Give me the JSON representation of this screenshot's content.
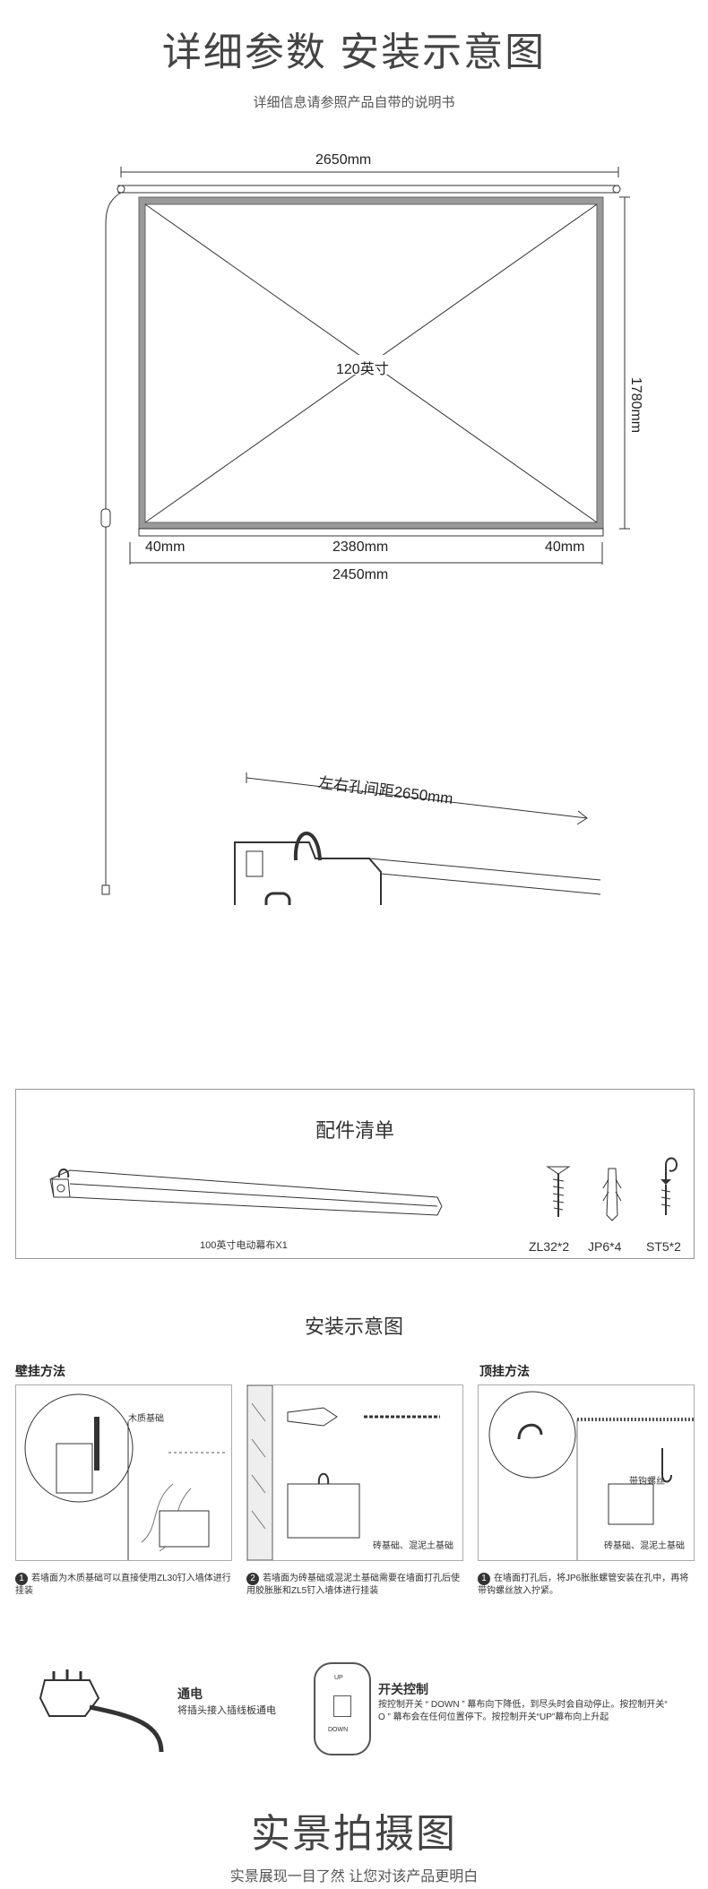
{
  "header": {
    "title": "详细参数 安装示意图",
    "subtitle": "详细信息请参照产品自带的说明书"
  },
  "dimensions": {
    "total_width": "2650mm",
    "screen_size": "120英寸",
    "height": "1780mm",
    "left_border": "40mm",
    "viewing_width": "2380mm",
    "right_border": "40mm",
    "case_width": "2450mm",
    "hole_distance": "左右孔间距2650mm"
  },
  "accessories": {
    "title": "配件清单",
    "main_item": "100英寸电动幕布X1",
    "items": [
      {
        "label": "ZL32*2"
      },
      {
        "label": "JP6*4"
      },
      {
        "label": "ST5*2"
      }
    ]
  },
  "install": {
    "title": "安装示意图",
    "wall_method": "壁挂方法",
    "ceiling_method": "顶挂方法",
    "panel1_label": "木质基础",
    "panel2_label": "砖基础、混泥土基础",
    "panel3_label": "砖基础、混泥土基础",
    "panel3_hook_label": "带钩螺丝",
    "step1_num": "1",
    "step1_text": "若墙面为木质基础可以直接使用ZL30钉入墙体进行挂装",
    "step2_num": "2",
    "step2_text": "若墙面为砖基础或混泥土基础需要在墙面打孔后使用胶胀胀和ZL5钉入墙体进行挂装",
    "step3_num": "1",
    "step3_text": "在墙面打孔后，将JP6胀胀螺管安装在孔中，再将带钩螺丝放入拧紧。"
  },
  "power": {
    "title": "通电",
    "text": "将插头接入插线板通电"
  },
  "switch": {
    "title": "开关控制",
    "text": "按控制开关 “ DOWN ” 幕布向下降低，到尽头时会自动停止。按控制开关“ O ” 幕布会在任何位置停下。按控制开关“UP”幕布向上升起",
    "up_label": "UP",
    "down_label": "DOWN"
  },
  "footer": {
    "title": "实景拍摄图",
    "subtitle": "实景展现一目了然 让您对该产品更明白"
  }
}
